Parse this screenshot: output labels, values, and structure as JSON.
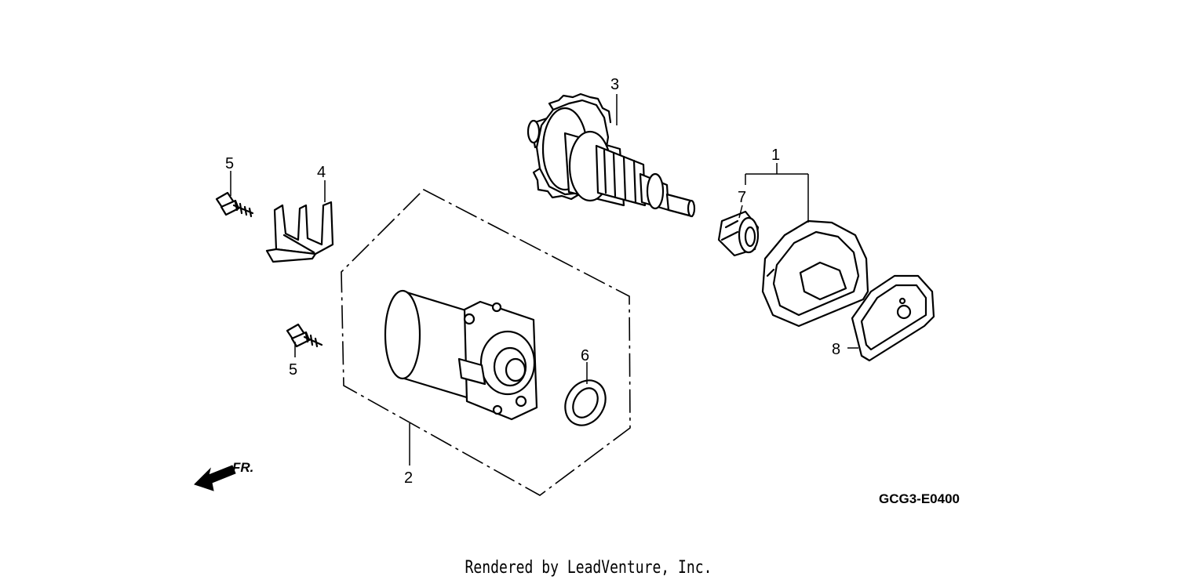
{
  "callouts": {
    "c1": "1",
    "c2": "2",
    "c3": "3",
    "c4": "4",
    "c5a": "5",
    "c5b": "5",
    "c6": "6",
    "c7": "7",
    "c8": "8"
  },
  "direction_label": "FR.",
  "diagram_code": "GCG3-E0400",
  "footer": "Rendered by LeadVenture, Inc."
}
